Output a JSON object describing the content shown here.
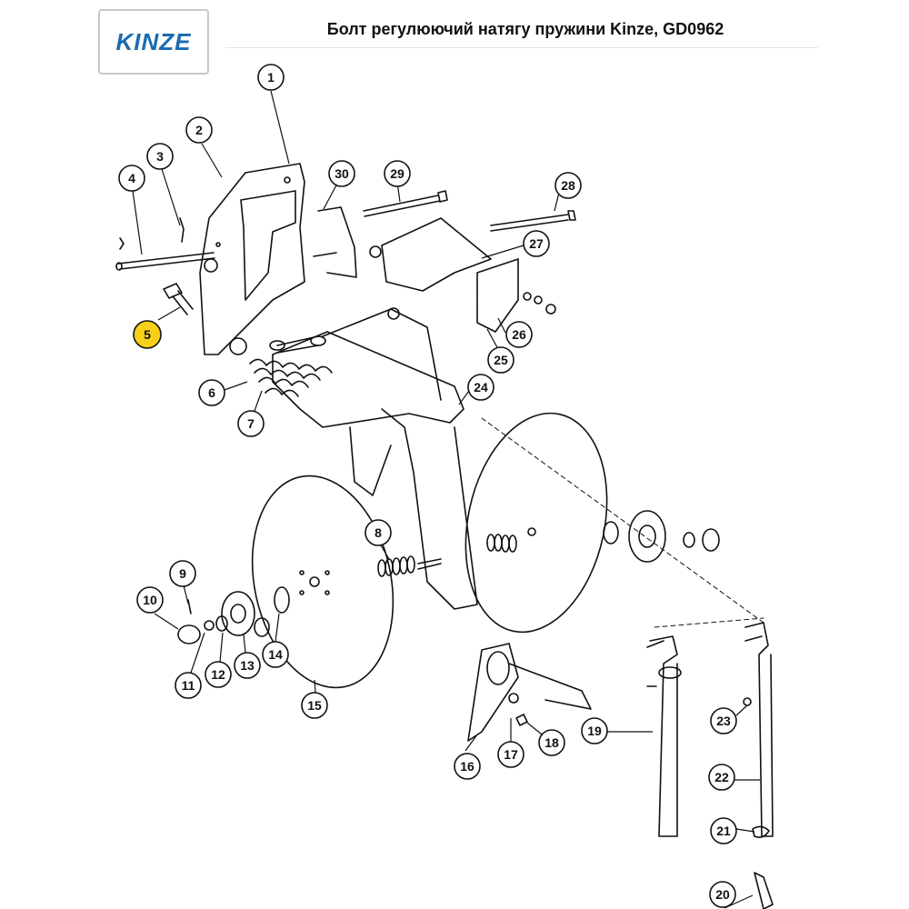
{
  "header": {
    "logo_text": "KINZE",
    "title": "Болт регулюючий натягу пружини Kinze, GD0962"
  },
  "highlight_color": "#f7d117",
  "callouts": [
    {
      "num": "1"
    },
    {
      "num": "2"
    },
    {
      "num": "3"
    },
    {
      "num": "4"
    },
    {
      "num": "5",
      "highlighted": true
    },
    {
      "num": "6"
    },
    {
      "num": "7"
    },
    {
      "num": "8"
    },
    {
      "num": "9"
    },
    {
      "num": "10"
    },
    {
      "num": "11"
    },
    {
      "num": "12"
    },
    {
      "num": "13"
    },
    {
      "num": "14"
    },
    {
      "num": "15"
    },
    {
      "num": "16"
    },
    {
      "num": "17"
    },
    {
      "num": "18"
    },
    {
      "num": "19"
    },
    {
      "num": "20"
    },
    {
      "num": "21"
    },
    {
      "num": "22"
    },
    {
      "num": "23"
    },
    {
      "num": "24"
    },
    {
      "num": "25"
    },
    {
      "num": "26"
    },
    {
      "num": "27"
    },
    {
      "num": "28"
    },
    {
      "num": "29"
    },
    {
      "num": "30"
    }
  ]
}
